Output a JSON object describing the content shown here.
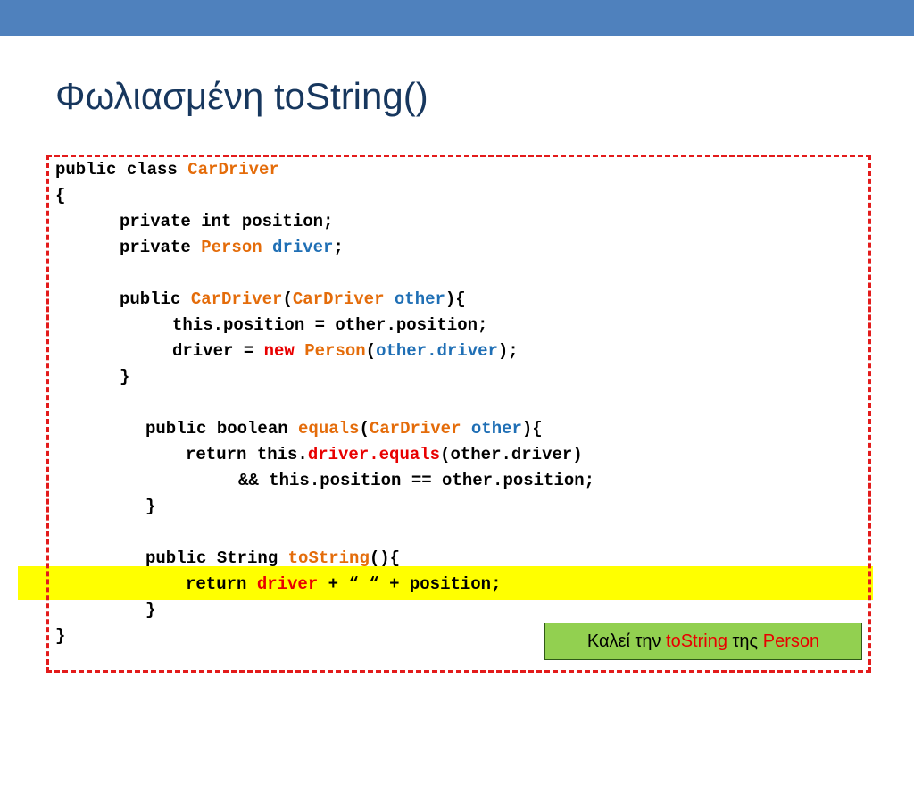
{
  "colors": {
    "top_bar": "#4f81bd",
    "title": "#17375e",
    "frame_border": "#e31b1b",
    "highlight": "#ffff00",
    "type_token": "#e46c0a",
    "identifier_token": "#1f6fb5",
    "keyword_token": "#e80000",
    "note_background": "#92d050"
  },
  "slide": {
    "title": "Φωλιασμένη toString()"
  },
  "code": {
    "l1": {
      "kw": "public class ",
      "cls": "CarDriver"
    },
    "l2": {
      "text": "{"
    },
    "l3": {
      "text": "private int position;"
    },
    "l4": {
      "kw": "private ",
      "type": "Person",
      "sp": " ",
      "name": "driver",
      "end": ";"
    },
    "l5": {
      "kw": "public ",
      "ctor": "CarDriver",
      "p1": "(",
      "ptype": "CarDriver",
      "sp": " ",
      "pname": "other",
      "p2": "){"
    },
    "l6": {
      "text": "this.position = other.position;"
    },
    "l7": {
      "a": "driver = ",
      "new": "new",
      "sp": " ",
      "type": "Person",
      "p1": "(",
      "arg": "other.driver",
      "p2": ");"
    },
    "l8": {
      "text": "}"
    },
    "l9": {
      "kw": "public boolean ",
      "method": "equals",
      "p1": "(",
      "ptype": "CarDriver",
      "sp": " ",
      "pname": "other",
      "p2": "){"
    },
    "l10": {
      "a": "return this.",
      "call": "driver.equals",
      "b": "(other.driver)"
    },
    "l11": {
      "text": "&& this.position == other.position;"
    },
    "l12": {
      "text": "}"
    },
    "l13": {
      "kw": "public String ",
      "method": "toString",
      "p": "(){"
    },
    "l14": {
      "kw": "return ",
      "name": "driver",
      "rest": " + “ “ + position;"
    },
    "l15": {
      "text": "}"
    },
    "l16": {
      "text": "}"
    }
  },
  "note": {
    "prefix": "Καλεί την ",
    "method": "toString",
    "middle": " της ",
    "class": "Person"
  }
}
